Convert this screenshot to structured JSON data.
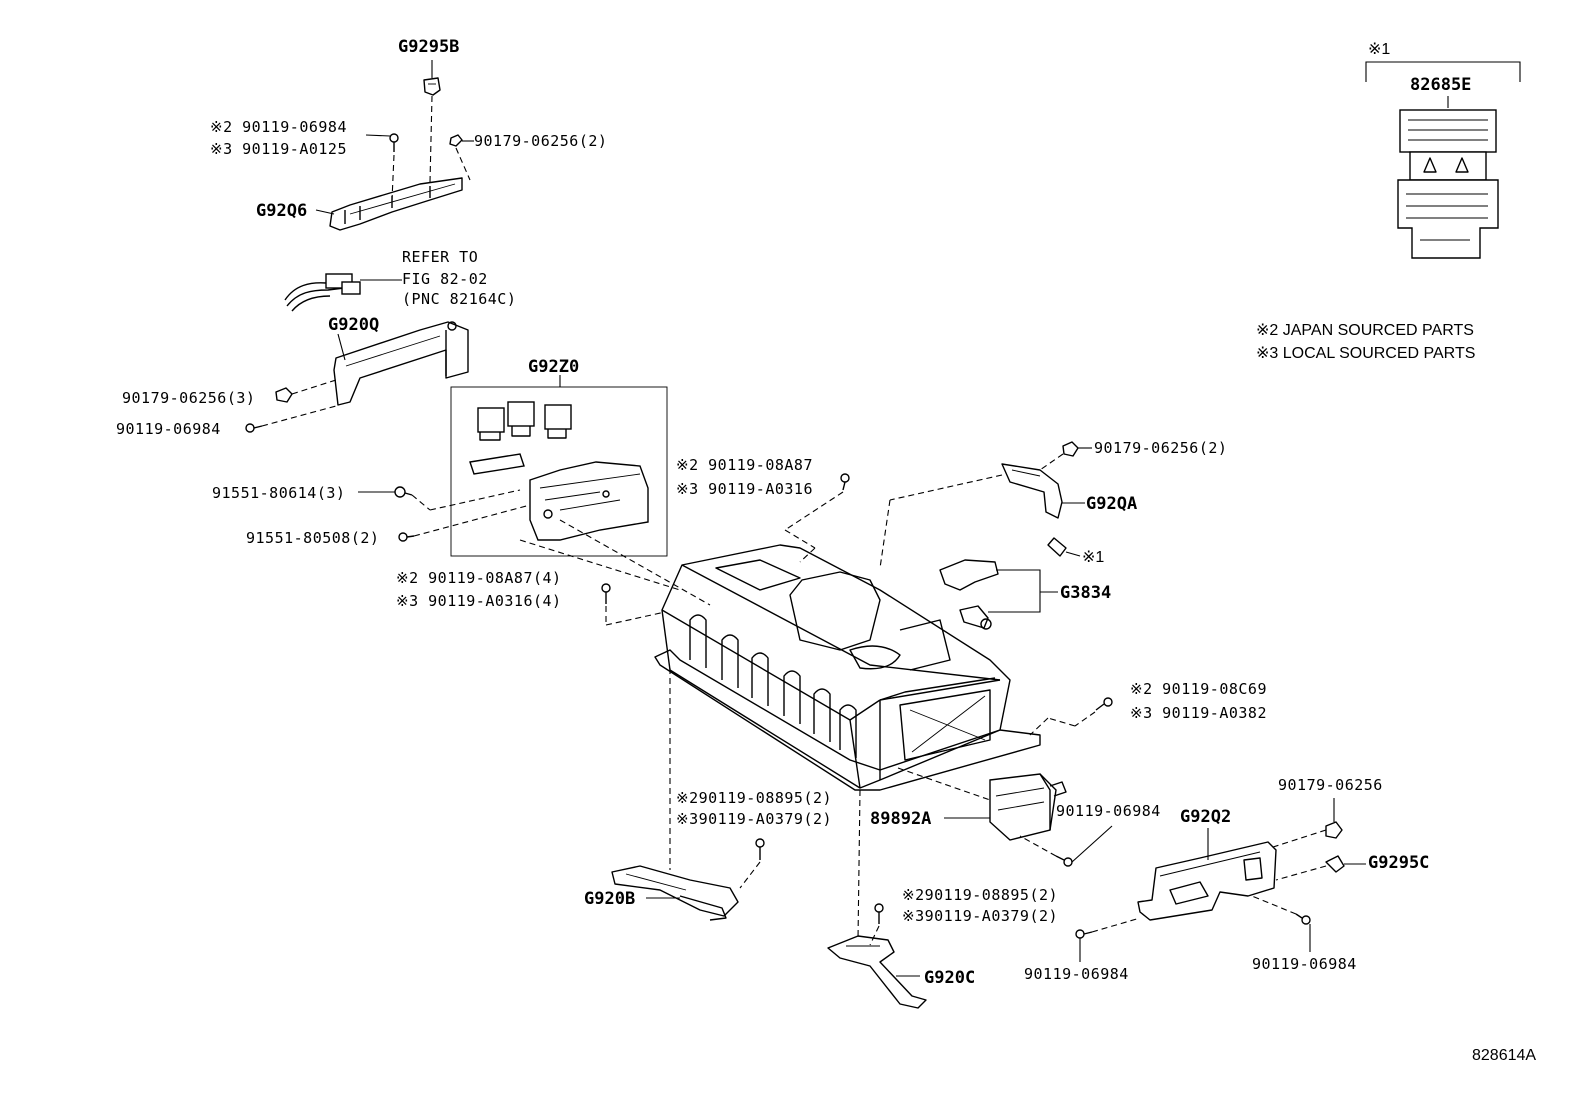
{
  "labels": {
    "g9295b": "G9295B",
    "n90119_06984_j": "※2 90119-06984",
    "n90119_a0125": "※3 90119-A0125",
    "n90179_06256_top": "90179-06256(2)",
    "g92q6": "G92Q6",
    "refer1": "REFER TO",
    "refer2": "FIG 82-02",
    "refer3": "(PNC 82164C)",
    "g920q": "G920Q",
    "n90179_06256_3": "90179-06256(3)",
    "n90119_06984_left": "90119-06984",
    "n91551_80614": "91551-80614(3)",
    "n91551_80508": "91551-80508(2)",
    "g92z0": "G92Z0",
    "n08a87": "※2 90119-08A87",
    "na0316": "※3 90119-A0316",
    "n08a87_4": "※2 90119-08A87(4)",
    "na0316_4": "※3 90119-A0316(4)",
    "n90179_06256_right": "90179-06256(2)",
    "g92qa": "G92QA",
    "note_x1": "※1",
    "g3834": "G3834",
    "n08c69": "※2 90119-08C69",
    "na0382": "※3 90119-A0382",
    "n08895_left": "※290119-08895(2)",
    "na0379_left": "※390119-A0379(2)",
    "g89892a": "89892A",
    "n90119_06984_mid": "90119-06984",
    "g92q2": "G92Q2",
    "n90179_06256_br": "90179-06256",
    "g9295c": "G9295C",
    "g920b": "G920B",
    "n08895_mid": "※290119-08895(2)",
    "na0379_mid": "※390119-A0379(2)",
    "g920c": "G920C",
    "n90119_06984_bl": "90119-06984",
    "n90119_06984_br": "90119-06984",
    "label_x1": "※1",
    "g82685e": "82685E",
    "legend_japan": "※2 JAPAN SOURCED PARTS",
    "legend_local": "※3 LOCAL SOURCED PARTS",
    "fig_id": "828614A"
  }
}
